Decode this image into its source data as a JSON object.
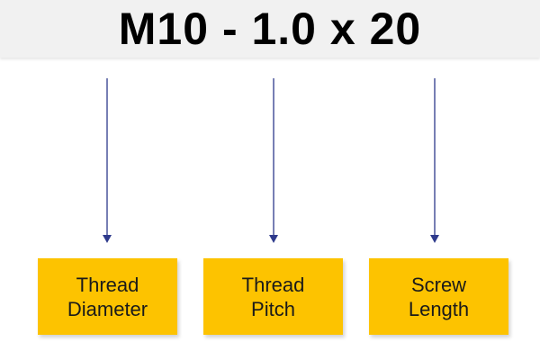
{
  "designation": "M10 - 1.0 x 20",
  "colors": {
    "header_background": "#f1f1f1",
    "arrow": "#2e3a8c",
    "label_box": "#fdc300",
    "text": "#000000"
  },
  "labels": [
    {
      "line1": "Thread",
      "line2": "Diameter"
    },
    {
      "line1": "Thread",
      "line2": "Pitch"
    },
    {
      "line1": "Screw",
      "line2": "Length"
    }
  ]
}
